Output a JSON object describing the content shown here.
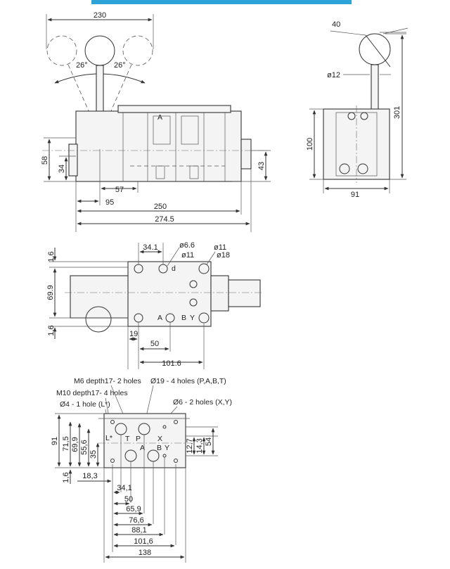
{
  "colors": {
    "accent_bar": "#2ea3d8",
    "line": "#333333",
    "body_fill": "#f4f4f4"
  },
  "front_view": {
    "dims": {
      "top_width": "230",
      "angle_left": "26°",
      "angle_right": "26°",
      "height_58": "58",
      "height_34": "34",
      "height_43": "43",
      "len_57": "57",
      "len_95": "95",
      "len_250": "250",
      "len_274_5": "274.5"
    },
    "port_mark": "A"
  },
  "side_view": {
    "dims": {
      "d40": "40",
      "d12": "ø12",
      "h301": "301",
      "h100": "100",
      "w91": "91"
    }
  },
  "plan_view": {
    "dims": {
      "d34_1": "34.1",
      "d6_6": "ø6.6",
      "d11a": "ø11",
      "d11b": "ø11",
      "d18": "ø18",
      "h1_6_top": "1.6",
      "h69_9": "69.9",
      "h1_6_bot": "1.6",
      "d19": "19",
      "d50": "50",
      "d101_6": "101.6"
    },
    "ports": {
      "a": "A",
      "b": "B",
      "y": "Y",
      "d": "d"
    }
  },
  "mounting_face": {
    "callouts": {
      "m6": "M6 depth17- 2 holes",
      "m10": "M10 depth17- 4 holes",
      "d4": "Ø4 - 1 hole (L*)",
      "d19": "Ø19 - 4 holes (P,A,B,T)",
      "d6": "Ø6 - 2 holes (X,Y)"
    },
    "ports": {
      "L": "L*",
      "T": "T",
      "P": "P",
      "X": "X",
      "A": "A",
      "B": "B",
      "Y": "Y"
    },
    "vertical_dims": [
      "91",
      "71,5",
      "69,9",
      "55,6",
      "35"
    ],
    "right_dims": [
      "12,7",
      "14,3",
      "54"
    ],
    "bottom_small": "1,6",
    "d18_3": "18,3",
    "horizontal_dims": [
      "34,1",
      "50",
      "65,9",
      "76,6",
      "88,1",
      "101,6",
      "138"
    ]
  }
}
